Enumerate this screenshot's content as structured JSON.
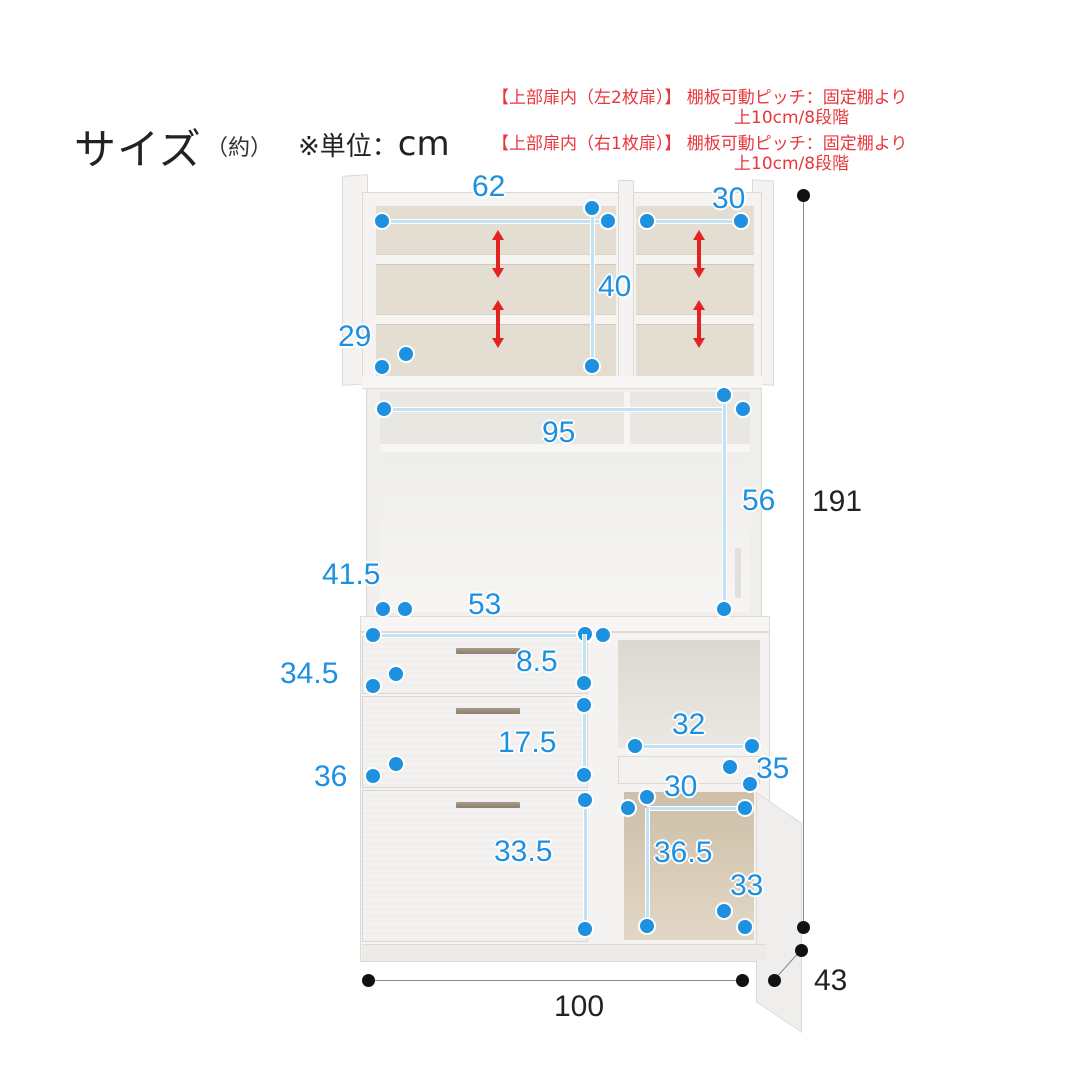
{
  "header": {
    "title": "サイズ",
    "title_paren": "（約）",
    "unit_prefix": "※単位：",
    "unit": "cm"
  },
  "notes": [
    {
      "bracket": "【上部扉内（左2枚扉）】",
      "text": "棚板可動ピッチ：固定棚より",
      "cont": "上10cm/8段階"
    },
    {
      "bracket": "【上部扉内（右1枚扉）】",
      "text": "棚板可動ピッチ：固定棚より",
      "cont": "上10cm/8段階"
    }
  ],
  "colors": {
    "dimension_blue": "#1e90e0",
    "note_red": "#e8363c",
    "overall_black": "#111111",
    "arrow_red": "#e32222"
  },
  "dimensions": {
    "upper_left_width": "62",
    "upper_right_width": "30",
    "upper_height": "40",
    "upper_depth": "29",
    "middle_width": "95",
    "middle_height": "56",
    "counter_depth": "41.5",
    "counter_width": "53",
    "drawer1_height": "8.5",
    "drawer1_depth": "34.5",
    "drawer2_height": "17.5",
    "drawer2_depth": "36",
    "drawer3_height": "33.5",
    "slide_width": "32",
    "slide_depth": "35",
    "lower_right_width": "30",
    "lower_right_height": "36.5",
    "lower_right_depth": "33",
    "overall_width": "100",
    "overall_height": "191",
    "overall_depth": "43"
  }
}
